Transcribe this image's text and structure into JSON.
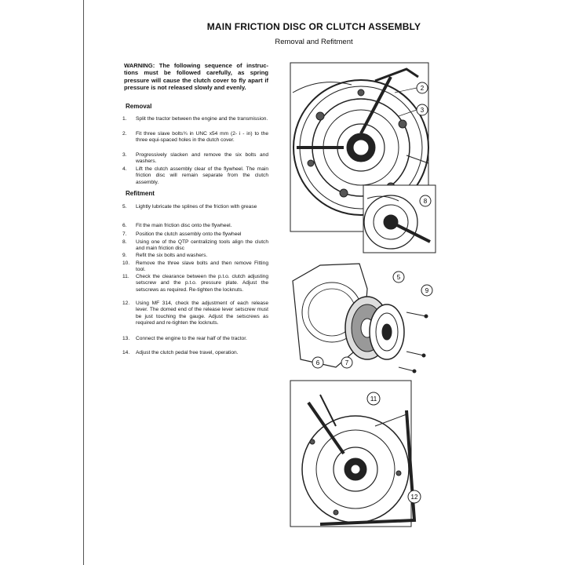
{
  "title": "MAIN FRICTION DISC OR CLUTCH ASSEMBLY",
  "subtitle": "Removal and Refitment",
  "warning": "WARNING: The following sequence of instruc-tions must be followed carefully, as spring pressure will cause the clutch cover to fly apart if pressure is not released slowly and evenly.",
  "removal": {
    "heading": "Removal",
    "steps": [
      {
        "num": "1.",
        "text": "Split the tractor between the engine and the transmission."
      },
      {
        "num": "2.",
        "text": "Fit three slave bolts¾ in UNC x54 mm (2- i - in) to the three equi-spaced holes in the dutch cover."
      },
      {
        "num": "3.",
        "text": "Progressively slacken and remove the six bolts and washers."
      },
      {
        "num": "4.",
        "text": "Lift the clutch assembly clear of the flywheel. The main friction disc will remain separate from the clutch assembly."
      }
    ]
  },
  "refitment": {
    "heading": "Refitment",
    "steps": [
      {
        "num": "5.",
        "text": "Lightly lubricate the splines of the friction with grease"
      },
      {
        "num": "6.",
        "text": "Fit the main friction disc onto the flywheel."
      },
      {
        "num": "7.",
        "text": "Position the clutch assembly onto the flywheel"
      },
      {
        "num": "8.",
        "text": "Using one of the QTP centralizing tools align the clutch and main friction disc"
      },
      {
        "num": "9.",
        "text": "Refit the six bolts and washers."
      },
      {
        "num": "10.",
        "text": "Remove the three slave bolts and then remove Fitting tool."
      },
      {
        "num": "11.",
        "text": "Check the clearance between the p.t.o. clutch adjusting setscrew and the p.t.o. pressure plate. Adjust the setscrews as required. Re-tighten the locknuts."
      },
      {
        "num": "12.",
        "text": "Using MF 314, check the adjustment of each release lever. The domed end of the release lever setscrew must be just touching the gauge. Adjust the setscrews as required and re-tighten the locknuts."
      },
      {
        "num": "13.",
        "text": "Connect the engine to the rear half of the tractor."
      },
      {
        "num": "14.",
        "text": "Adjust the clutch pedal free travel, operation."
      }
    ]
  },
  "figures": {
    "fig1_callouts": [
      "2",
      "3"
    ],
    "fig1_inset_callout": "8",
    "fig2_callouts": [
      "5",
      "9",
      "6",
      "7"
    ],
    "fig3_callouts": [
      "11",
      "12"
    ]
  }
}
